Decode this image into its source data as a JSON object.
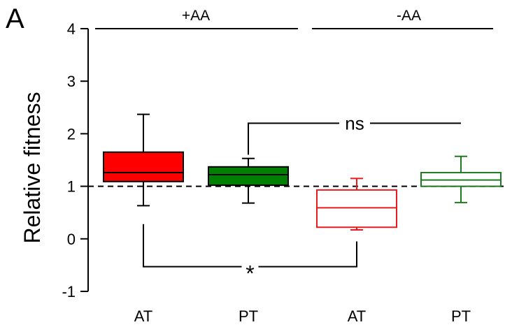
{
  "chart_data": {
    "type": "box",
    "panel_label": "A",
    "ylabel": "Relative fitness",
    "xlabel": "",
    "ylim": [
      -1,
      4
    ],
    "yticks": [
      "-1",
      "0",
      "1",
      "2",
      "3",
      "4"
    ],
    "reference_line": 1,
    "groups": [
      {
        "label": "+AA",
        "span": [
          0,
          1
        ]
      },
      {
        "label": "-AA",
        "span": [
          2,
          3
        ]
      }
    ],
    "categories": [
      "AT",
      "PT",
      "AT",
      "PT"
    ],
    "boxes": [
      {
        "category": "AT",
        "group": "+AA",
        "min": 0.63,
        "q1": 1.09,
        "median": 1.26,
        "q3": 1.65,
        "max": 2.37,
        "fill": "#ff0000",
        "stroke": "#000000",
        "filled": true
      },
      {
        "category": "PT",
        "group": "+AA",
        "min": 0.68,
        "q1": 1.02,
        "median": 1.22,
        "q3": 1.37,
        "max": 1.53,
        "fill": "#008000",
        "stroke": "#000000",
        "filled": true
      },
      {
        "category": "AT",
        "group": "-AA",
        "min": 0.17,
        "q1": 0.22,
        "median": 0.59,
        "q3": 0.93,
        "max": 1.15,
        "fill": "none",
        "stroke": "#e8191f",
        "filled": false
      },
      {
        "category": "PT",
        "group": "-AA",
        "min": 0.69,
        "q1": 1.0,
        "median": 1.12,
        "q3": 1.26,
        "max": 1.57,
        "fill": "none",
        "stroke": "#1e7a1e",
        "filled": false
      }
    ],
    "annotations": [
      {
        "text": "ns",
        "from": 1,
        "to": 3,
        "bracket_y": 2.2,
        "foot_left": 1.6,
        "foot_right": 2.2,
        "direction": "down"
      },
      {
        "text": "*",
        "from": 0,
        "to": 2,
        "bracket_y": -0.53,
        "foot_left": 0.28,
        "foot_right": -0.05,
        "direction": "up"
      }
    ],
    "grid": false,
    "legend": "none"
  }
}
